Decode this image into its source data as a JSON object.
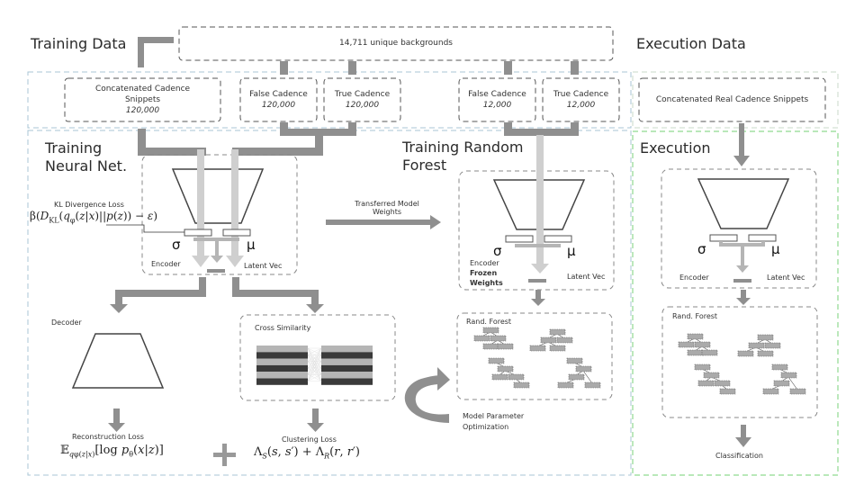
{
  "sections": {
    "training_data": "Training Data",
    "execution_data": "Execution Data",
    "training_nn_line1": "Training",
    "training_nn_line2": "Neural Net.",
    "training_rf_line1": "Training Random",
    "training_rf_line2": "Forest",
    "execution": "Execution"
  },
  "data_boxes": {
    "backgrounds": "14,711 unique backgrounds",
    "concat_line1": "Concatenated Cadence",
    "concat_line2": "Snippets",
    "concat_count": "120,000",
    "false_train_label": "False Cadence",
    "false_train_count": "120,000",
    "true_train_label": "True Cadence",
    "true_train_count": "120,000",
    "false_rf_label": "False Cadence",
    "false_rf_count": "12,000",
    "true_rf_label": "True Cadence",
    "true_rf_count": "12,000",
    "real_snippets": "Concatenated Real Cadence Snippets"
  },
  "encoder": {
    "sigma": "σ",
    "mu": "μ",
    "encoder_label": "Encoder",
    "latent_label": "Latent Vec",
    "frozen_line1": "Frozen",
    "frozen_line2": "Weights"
  },
  "losses": {
    "kl_label": "KL Divergence Loss",
    "kl_formula": "β(D_KL(q_φ(z|x)||p(z)) − ε)",
    "recon_label": "Reconstruction Loss",
    "recon_formula": "𝔼_{q_φ(z|x)}[log p_θ(x|z)]",
    "plus": "+",
    "cluster_label": "Clustering Loss",
    "cluster_formula": "Λ_S(s, s′) + Λ_R(r, r′)"
  },
  "components": {
    "decoder": "Decoder",
    "cross_similarity": "Cross Similarity",
    "transferred_line1": "Transferred Model",
    "transferred_line2": "Weights",
    "rand_forest": "Rand. Forest",
    "mpo_line1": "Model Parameter",
    "mpo_line2": "Optimization",
    "classification": "Classification"
  },
  "colors": {
    "arrow_dark": "#8f8f8f",
    "arrow_light": "#cfcfcf",
    "box_dash": "#555555",
    "region_blue": "#a9c4d4",
    "region_green": "#8fd98f",
    "stripe_dark": "#3a3a3a",
    "stripe_light": "#b5b5b5"
  }
}
